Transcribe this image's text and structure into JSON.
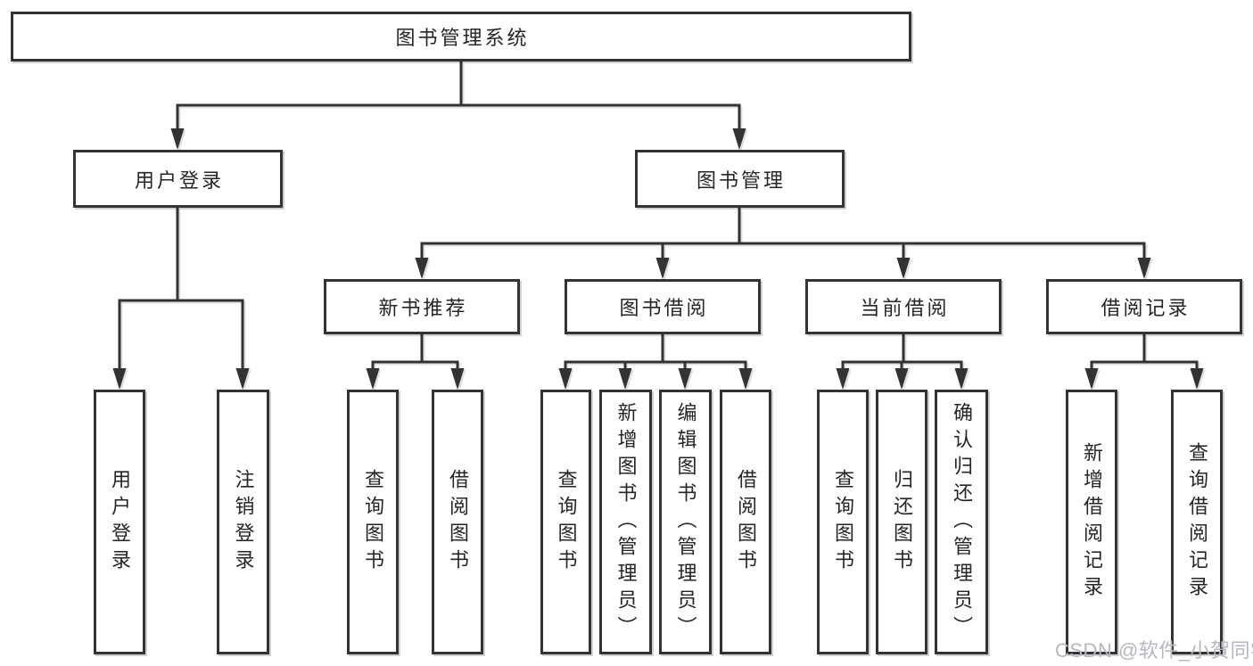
{
  "tree": {
    "root": {
      "label": "图书管理系统"
    },
    "login": {
      "label": "用户登录",
      "children": [
        {
          "label": "用户登录"
        },
        {
          "label": "注销登录"
        }
      ]
    },
    "management": {
      "label": "图书管理",
      "sections": [
        {
          "label": "新书推荐",
          "children": [
            {
              "label": "查询图书"
            },
            {
              "label": "借阅图书"
            }
          ]
        },
        {
          "label": "图书借阅",
          "children": [
            {
              "label": "查询图书"
            },
            {
              "label": "新增图书（管理员）"
            },
            {
              "label": "编辑图书（管理员）"
            },
            {
              "label": "借阅图书"
            }
          ]
        },
        {
          "label": "当前借阅",
          "children": [
            {
              "label": "查询图书"
            },
            {
              "label": "归还图书"
            },
            {
              "label": "确认归还（管理员）"
            }
          ]
        },
        {
          "label": "借阅记录",
          "children": [
            {
              "label": "新增借阅记录"
            },
            {
              "label": "查询借阅记录"
            }
          ]
        }
      ]
    }
  },
  "watermark": {
    "text": "CSDN @软件_小贺同学"
  },
  "colors": {
    "line": "#333333",
    "box_border": "#333333",
    "box_fill": "#ffffff",
    "text": "#262626",
    "watermark": "#b4b8be",
    "background": "#ffffff"
  }
}
